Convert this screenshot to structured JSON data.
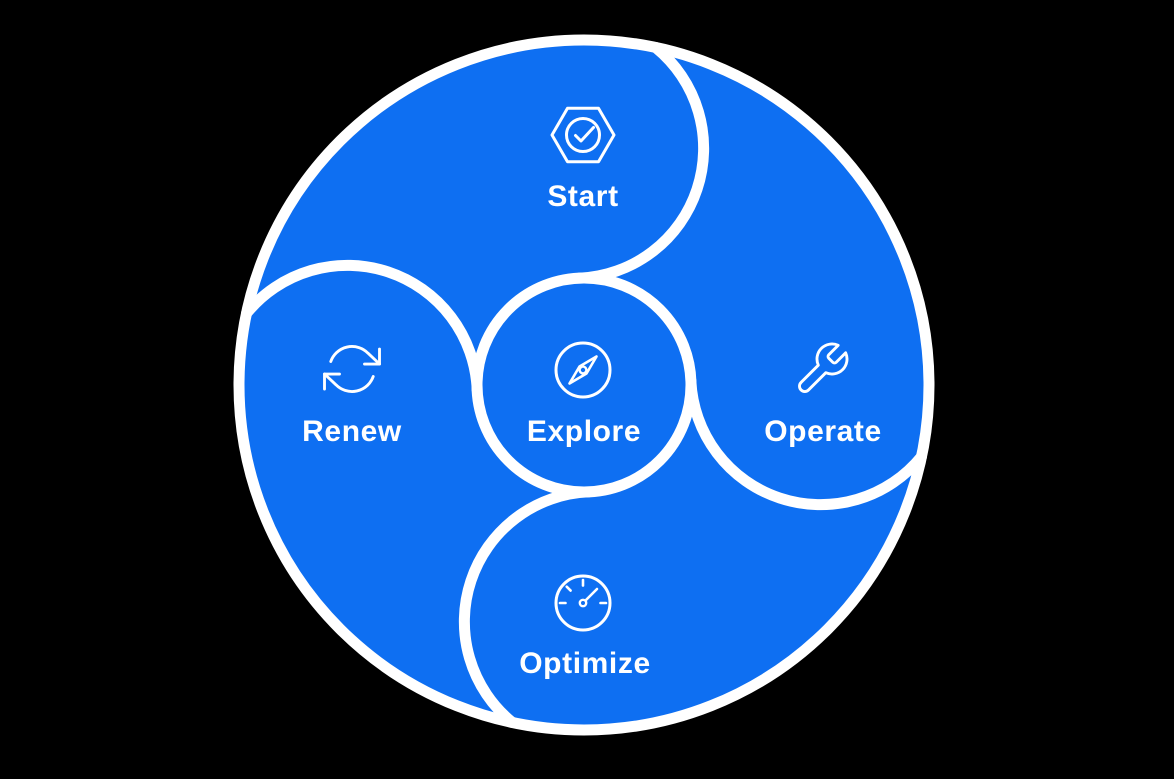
{
  "diagram": {
    "title": "lifecycle-wheel",
    "colors": {
      "background": "#000000",
      "circle_fill": "#0E6FF2",
      "line": "#FFFFFF",
      "text": "#FFFFFF"
    },
    "center": {
      "label": "Explore",
      "icon": "compass-icon"
    },
    "segments": [
      {
        "position": "top",
        "label": "Start",
        "icon": "hexagon-check-icon"
      },
      {
        "position": "right",
        "label": "Operate",
        "icon": "wrench-icon"
      },
      {
        "position": "bottom",
        "label": "Optimize",
        "icon": "gauge-icon"
      },
      {
        "position": "left",
        "label": "Renew",
        "icon": "refresh-icon"
      }
    ]
  }
}
